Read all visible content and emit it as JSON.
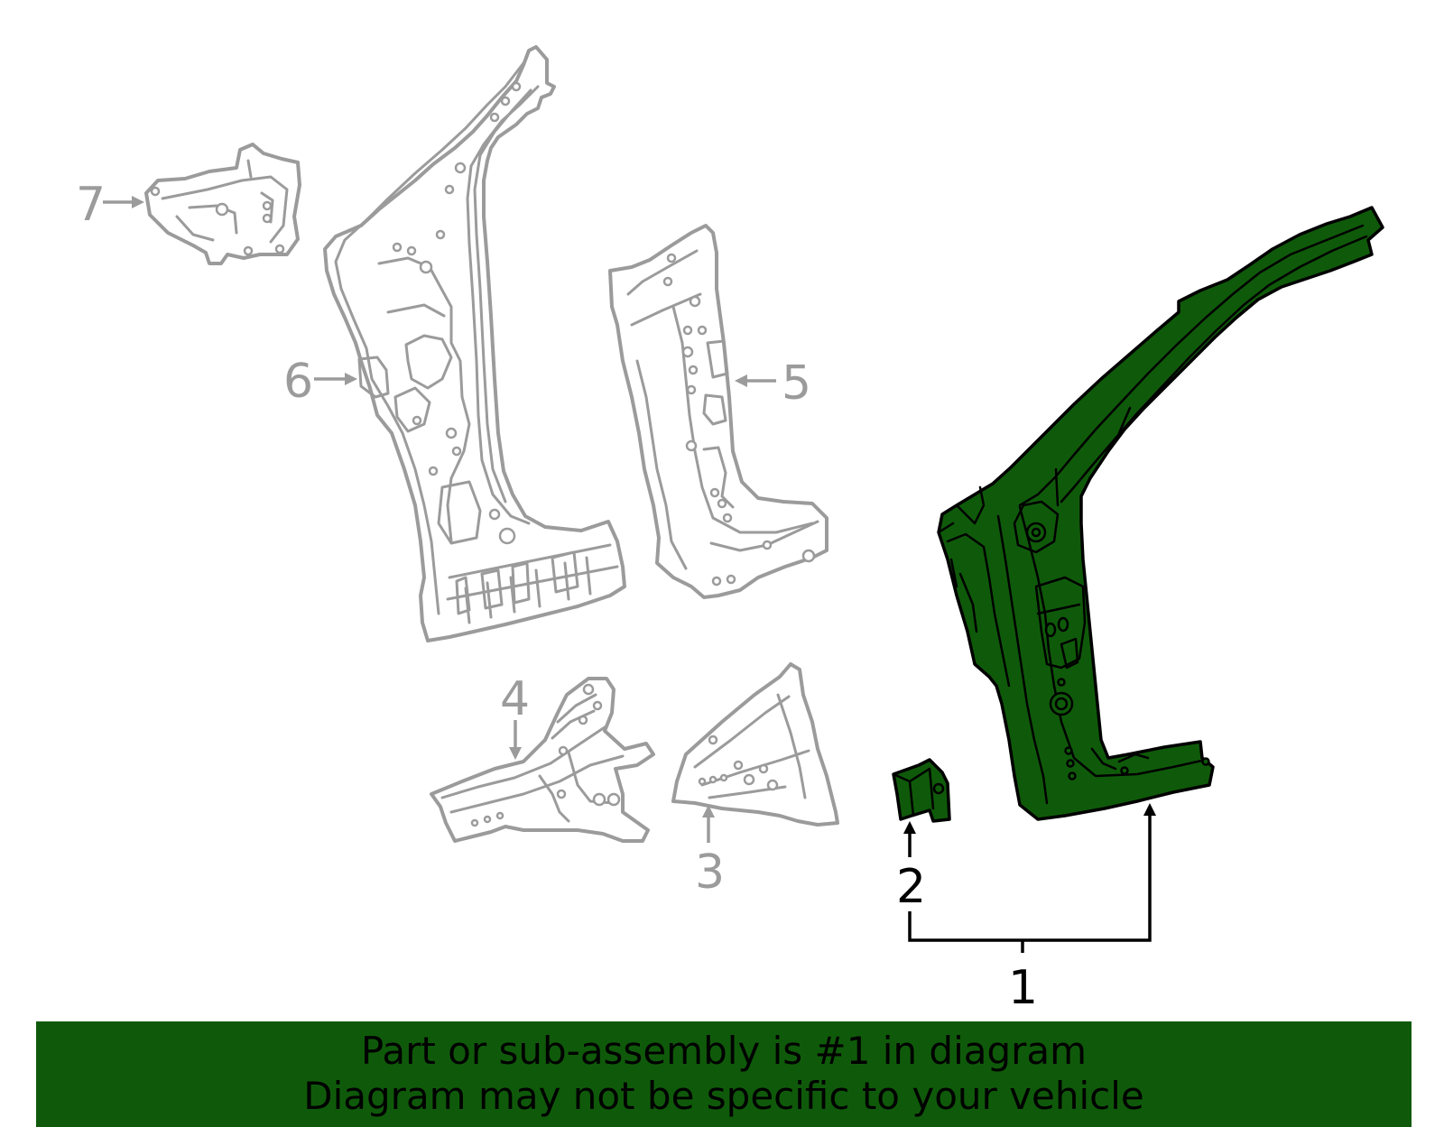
{
  "diagram": {
    "callouts": [
      {
        "id": "1",
        "label": "1",
        "highlighted": true
      },
      {
        "id": "2",
        "label": "2",
        "highlighted": true
      },
      {
        "id": "3",
        "label": "3",
        "highlighted": false
      },
      {
        "id": "4",
        "label": "4",
        "highlighted": false
      },
      {
        "id": "5",
        "label": "5",
        "highlighted": false
      },
      {
        "id": "6",
        "label": "6",
        "highlighted": false
      },
      {
        "id": "7",
        "label": "7",
        "highlighted": false
      }
    ],
    "colors": {
      "highlight": "#0f5a0a",
      "ghost_outline": "#9b9b9b",
      "outline": "#000000"
    }
  },
  "banner": {
    "line1": "Part or sub-assembly is #1 in diagram",
    "line2": "Diagram may not be specific to your vehicle"
  }
}
